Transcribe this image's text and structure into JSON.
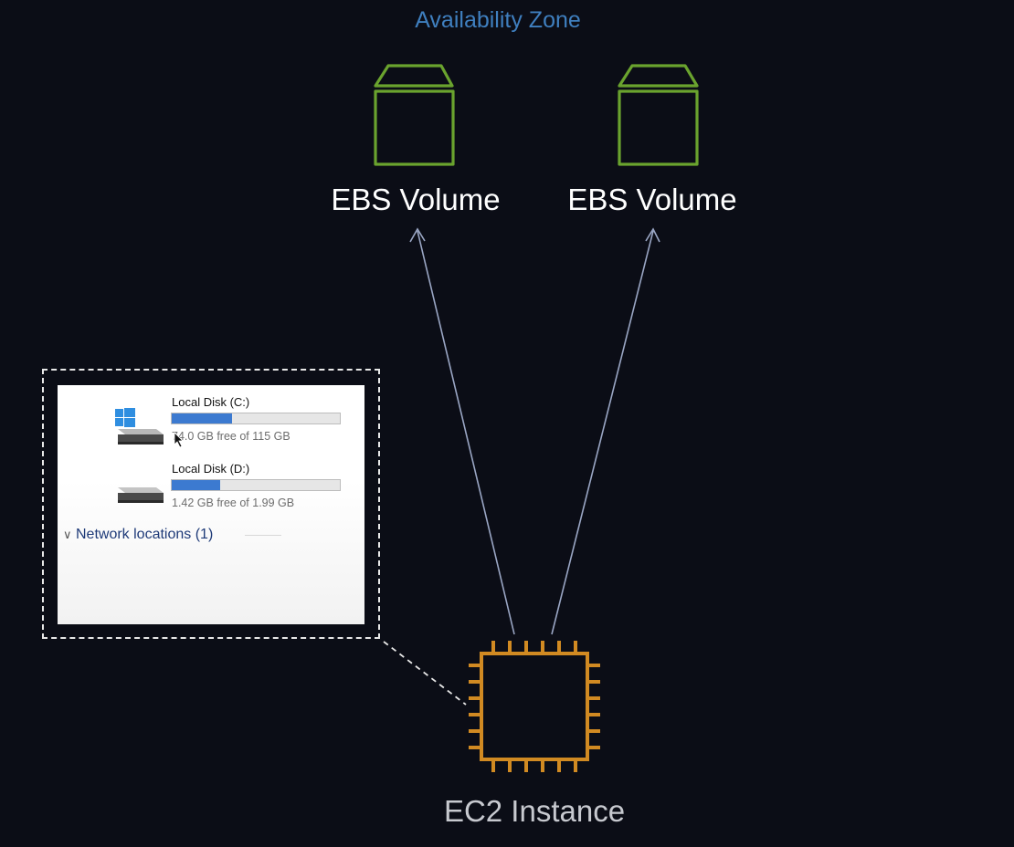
{
  "diagram": {
    "availability_zone_label": "Availability Zone",
    "volumes": [
      {
        "label": "EBS Volume",
        "icon": "ebs-volume-icon"
      },
      {
        "label": "EBS Volume",
        "icon": "ebs-volume-icon"
      }
    ],
    "instance": {
      "label": "EC2 Instance",
      "icon": "ec2-chip-icon"
    },
    "colors": {
      "background": "#0b0d16",
      "az_label": "#3f7fbf",
      "volume_icon": "#6aa32e",
      "instance_icon": "#d18a22",
      "connector": "#9aa6c4"
    }
  },
  "explorer": {
    "drives": [
      {
        "name": "Local Disk (C:)",
        "free_text": "74.0 GB free of 115 GB",
        "used_fraction": 0.36,
        "icon": "windows-drive-icon"
      },
      {
        "name": "Local Disk (D:)",
        "free_text": "1.42 GB free of 1.99 GB",
        "used_fraction": 0.29,
        "icon": "drive-icon"
      }
    ],
    "network_section": {
      "label": "Network locations (1)",
      "icon": "chevron-down-icon"
    }
  }
}
